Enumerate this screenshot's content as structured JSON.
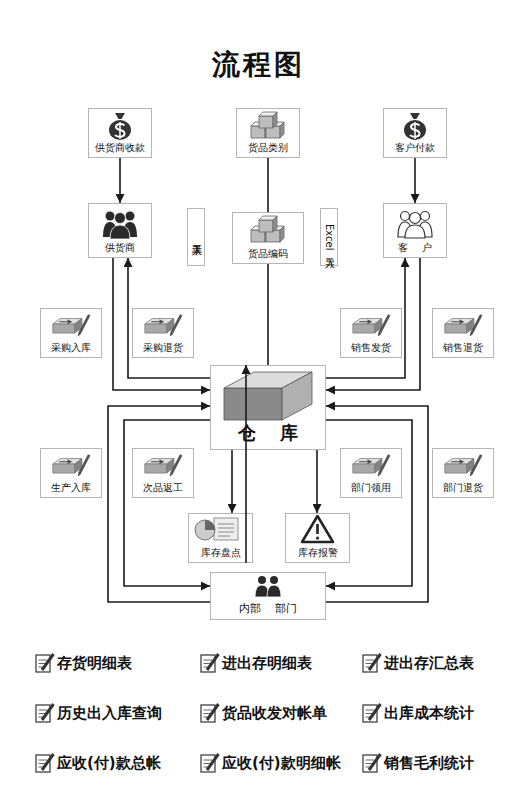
{
  "diagram": {
    "title": "流程图",
    "nodes": [
      {
        "text": [
          "供货商收款"
        ]
      },
      {
        "text": [
          "货品类别"
        ]
      },
      {
        "text": [
          "客户付款"
        ]
      },
      {
        "text": [
          "供货商"
        ]
      },
      {
        "text": [
          "手工录入"
        ]
      },
      {
        "text": [
          "货品编码"
        ]
      },
      {
        "text": [
          "Excel导入"
        ]
      },
      {
        "text": [
          "客 户"
        ]
      },
      {
        "text": [
          "采购入库"
        ]
      },
      {
        "text": [
          "采购退货"
        ]
      },
      {
        "text": [
          "销售发货"
        ]
      },
      {
        "text": [
          "销售退货"
        ]
      },
      {
        "text": [
          "仓 库"
        ]
      },
      {
        "text": [
          "生产入库"
        ]
      },
      {
        "text": [
          "次品返工"
        ]
      },
      {
        "text": [
          "部门领用"
        ]
      },
      {
        "text": [
          "部门退货"
        ]
      },
      {
        "text": [
          "库存盘点"
        ]
      },
      {
        "text": [
          "库存报警"
        ]
      },
      {
        "text": [
          "内部 部门"
        ]
      }
    ],
    "edges": [
      {
        "from": 0,
        "to": 3,
        "arrow": "to"
      },
      {
        "from": 2,
        "to": 7,
        "arrow": "to"
      },
      {
        "from": 1,
        "to": 5,
        "arrow": "none"
      },
      {
        "from": 5,
        "to": 12,
        "arrow": "none"
      },
      {
        "from": 3,
        "to": 12,
        "arrow": "to"
      },
      {
        "from": 12,
        "to": 3,
        "arrow": "to"
      },
      {
        "from": 12,
        "to": 7,
        "arrow": "to"
      },
      {
        "from": 7,
        "to": 12,
        "arrow": "to"
      },
      {
        "from": 19,
        "to": 12,
        "arrow": "to"
      },
      {
        "from": 12,
        "to": 19,
        "arrow": "to"
      },
      {
        "from": 12,
        "to": 19,
        "arrow": "to"
      },
      {
        "from": 19,
        "to": 12,
        "arrow": "to"
      },
      {
        "from": 12,
        "to": 17,
        "arrow": "to"
      },
      {
        "from": 17,
        "to": 12,
        "arrow": "to"
      },
      {
        "from": 12,
        "to": 18,
        "arrow": "to"
      }
    ],
    "labels": [
      "存货明细表",
      "进出存明细表",
      "进出存汇总表",
      "历史出入库查询",
      "货品收发对帐单",
      "出库成本统计",
      "应收(付)款总帐",
      "应收(付)款明细帐",
      "销售毛利统计"
    ]
  }
}
